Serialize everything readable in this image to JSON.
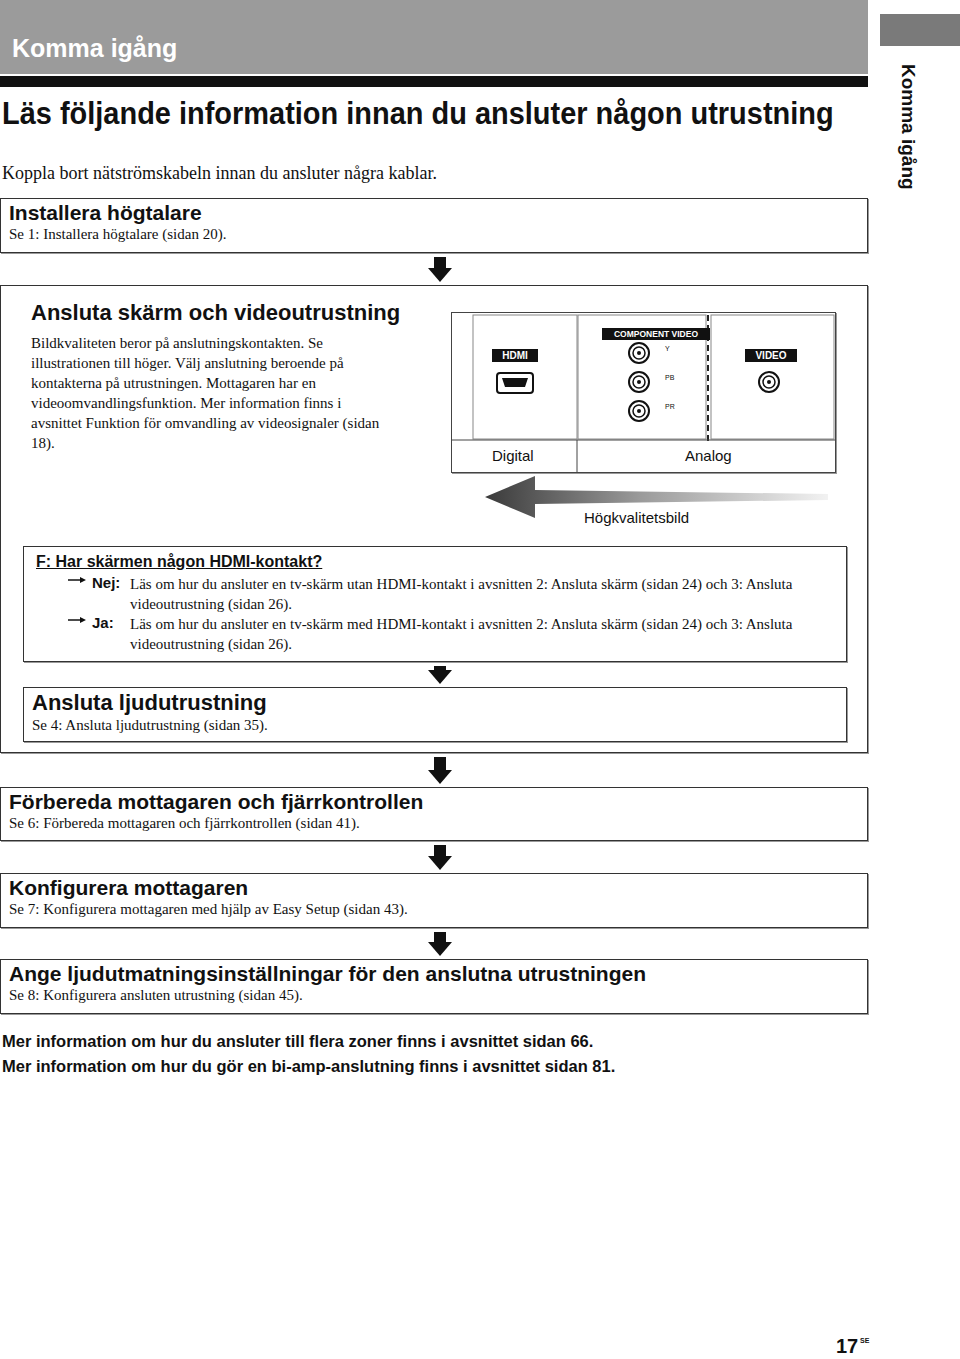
{
  "diagram": {
    "title": "Läs följande information innan du ansluter någon utrustning",
    "nodes": [
      {
        "text": [
          "Installera högtalare",
          "Se 1: Installera högtalare (sidan 20)."
        ]
      },
      {
        "text": [
          "Ansluta skärm och videoutrustning",
          "Bildkvaliteten beror på anslutningskontakten. Se illustrationen till höger. Välj anslutning beroende på kontakterna på utrustningen. Mottagaren har en videoomvandlingsfunktion. Mer information finns i avsnittet Funktion för omvandling av videosignaler (sidan 18)."
        ]
      },
      {
        "text": [
          "HDMI",
          "COMPONENT VIDEO",
          "VIDEO",
          "Digital",
          "Analog"
        ],
        "in": 1
      },
      {
        "text": [
          "F: Har skärmen någon HDMI-kontakt?",
          "Nej:",
          "Läs om hur du ansluter en tv-skärm utan HDMI-kontakt i avsnitten 2: Ansluta skärm (sidan 24) och 3: Ansluta videoutrustning (sidan 26).",
          "Ja:",
          "Läs om hur du ansluter en tv-skärm med HDMI-kontakt i avsnitten 2: Ansluta skärm (sidan 24) och 3: Ansluta videoutrustning (sidan 26)."
        ],
        "in": 1
      },
      {
        "text": [
          "Ansluta ljudutrustning",
          "Se 4: Ansluta ljudutrustning (sidan 35)."
        ],
        "in": 1
      },
      {
        "text": [
          "Förbereda mottagaren och fjärrkontrollen",
          "Se 6: Förbereda mottagaren och fjärrkontrollen (sidan 41)."
        ]
      },
      {
        "text": [
          "Konfigurera mottagaren",
          "Se 7: Konfigurera mottagaren med hjälp av Easy Setup (sidan 43)."
        ]
      },
      {
        "text": [
          "Ange ljudutmatningsinställningar för den anslutna utrustningen",
          "Se 8: Konfigurera ansluten utrustning (sidan 45)."
        ]
      }
    ],
    "edges": [
      {
        "from": 0,
        "to": 1,
        "arrow": "to"
      },
      {
        "from": 3,
        "to": 4,
        "arrow": "to"
      },
      {
        "from": 1,
        "to": 5,
        "arrow": "to"
      },
      {
        "from": 5,
        "to": 6,
        "arrow": "to"
      },
      {
        "from": 6,
        "to": 7,
        "arrow": "to"
      }
    ],
    "labels": [
      "Komma igång",
      "Komma igång",
      "Koppla bort nätströmskabeln innan du ansluter några kablar.",
      "Y",
      "PB",
      "PR",
      "Högkvalitetsbild",
      "Mer information om hur du ansluter till flera zoner finns i avsnittet sidan 66.",
      "Mer information om hur du gör en bi-amp-anslutning finns i avsnittet sidan 81.",
      "17",
      "SE"
    ]
  }
}
